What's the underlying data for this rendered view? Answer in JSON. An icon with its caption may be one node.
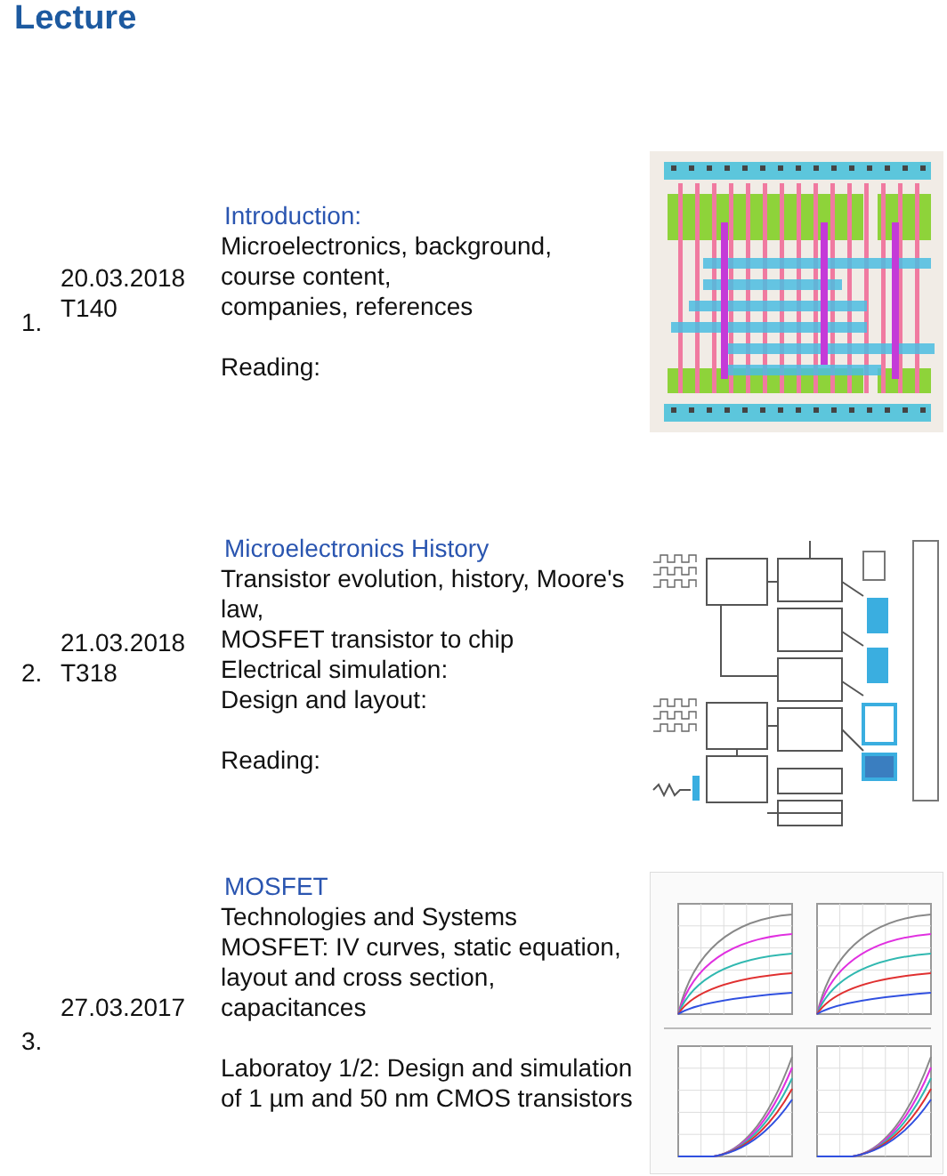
{
  "diagram": {
    "title": "Lecture",
    "nodes": [
      {
        "text": [],
        "shape": "picture"
      },
      {
        "text": [],
        "shape": "picture"
      },
      {
        "text": [],
        "shape": "picture"
      }
    ],
    "labels": [
      "1.",
      "20.03.2018",
      "T140",
      "Introduction:",
      "Microelectronics, background,",
      "course content,",
      "companies, references",
      "Reading:",
      "2.",
      "21.03.2018",
      "T318",
      "Microelectronics History",
      "Transistor evolution, history, Moore's law,",
      "MOSFET transistor to chip",
      "Electrical simulation:",
      "Design and layout:",
      "Reading:",
      "3.",
      "27.03.2017",
      "MOSFET",
      "Technologies and Systems",
      "MOSFET: IV curves, static equation, layout and cross section, capacitances",
      "Laboratoy 1/2: Design and simulation of 1 µm and 50 nm CMOS transistors"
    ]
  }
}
